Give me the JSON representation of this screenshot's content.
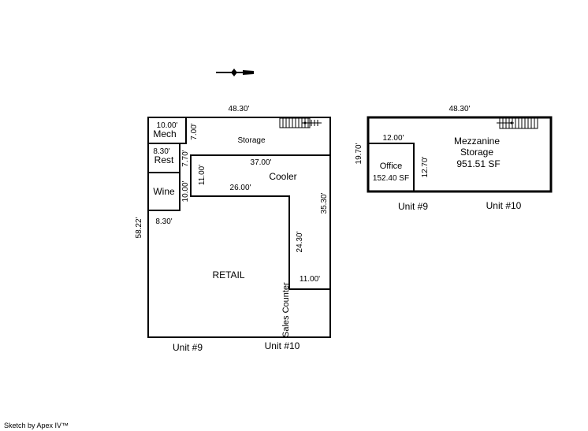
{
  "main_floor": {
    "top_width": "48.30'",
    "height": "58.22'",
    "mech": {
      "label": "Mech",
      "width": "10.00'",
      "height": "7.00'"
    },
    "rest": {
      "label": "Rest",
      "width": "8.30'",
      "height": "7.70'"
    },
    "wine": {
      "label": "Wine",
      "height": "10.00'",
      "width": "8.30'"
    },
    "storage": {
      "label": "Storage"
    },
    "cooler": {
      "label": "Cooler",
      "top": "37.00'",
      "left": "11.00'",
      "inner": "26.00'",
      "right": "35.30'",
      "lower": "24.30'",
      "bottom": "11.00'"
    },
    "retail": {
      "label": "RETAIL"
    },
    "sales_counter": "Sales Counter",
    "unit_left": "Unit #9",
    "unit_right": "Unit #10"
  },
  "mezzanine": {
    "top_width": "48.30'",
    "height": "19.70'",
    "label_line1": "Mezzanine",
    "label_line2": "Storage",
    "area": "951.51 SF",
    "office": {
      "label": "Office",
      "area": "152.40 SF",
      "width": "12.00'",
      "height": "12.70'"
    },
    "unit_left": "Unit #9",
    "unit_right": "Unit #10"
  },
  "footer": "Sketch by Apex IV™"
}
